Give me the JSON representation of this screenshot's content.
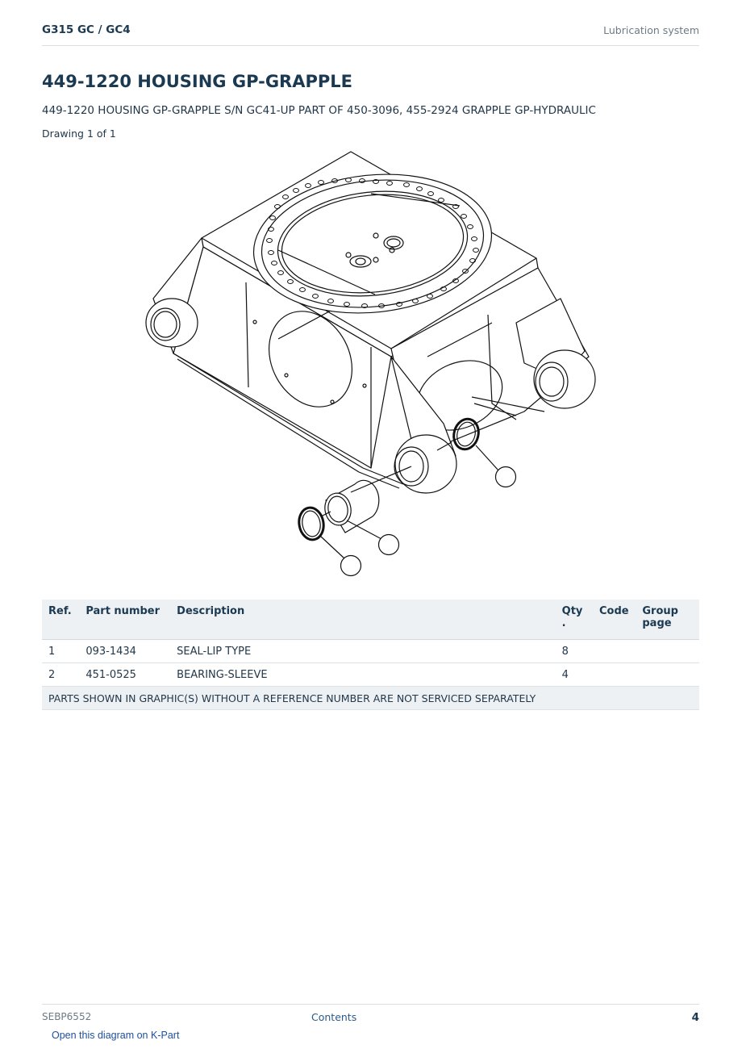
{
  "header": {
    "model": "G315 GC  /  GC4",
    "section": "Lubrication system"
  },
  "title": "449-1220 HOUSING GP-GRAPPLE",
  "subtitle": "449-1220 HOUSING GP-GRAPPLE S/N GC41-UP PART OF 450-3096, 455-2924 GRAPPLE GP-HYDRAULIC",
  "drawing_label": "Drawing 1 of 1",
  "table": {
    "headers": {
      "ref": "Ref.",
      "part_number": "Part number",
      "description": "Description",
      "qty": "Qty\n.",
      "code": "Code",
      "group_page": "Group page"
    },
    "rows": [
      {
        "ref": "1",
        "part_number": "093-1434",
        "description": "SEAL-LIP TYPE",
        "qty": "8",
        "code": "",
        "group_page": ""
      },
      {
        "ref": "2",
        "part_number": "451-0525",
        "description": "BEARING-SLEEVE",
        "qty": "4",
        "code": "",
        "group_page": ""
      }
    ],
    "note": "PARTS SHOWN IN GRAPHIC(S) WITHOUT A REFERENCE NUMBER ARE NOT SERVICED SEPARATELY"
  },
  "footer": {
    "doc_number": "SEBP6552",
    "contents_link": "Contents",
    "page": "4"
  },
  "kpart_link": "Open this diagram on K-Part"
}
